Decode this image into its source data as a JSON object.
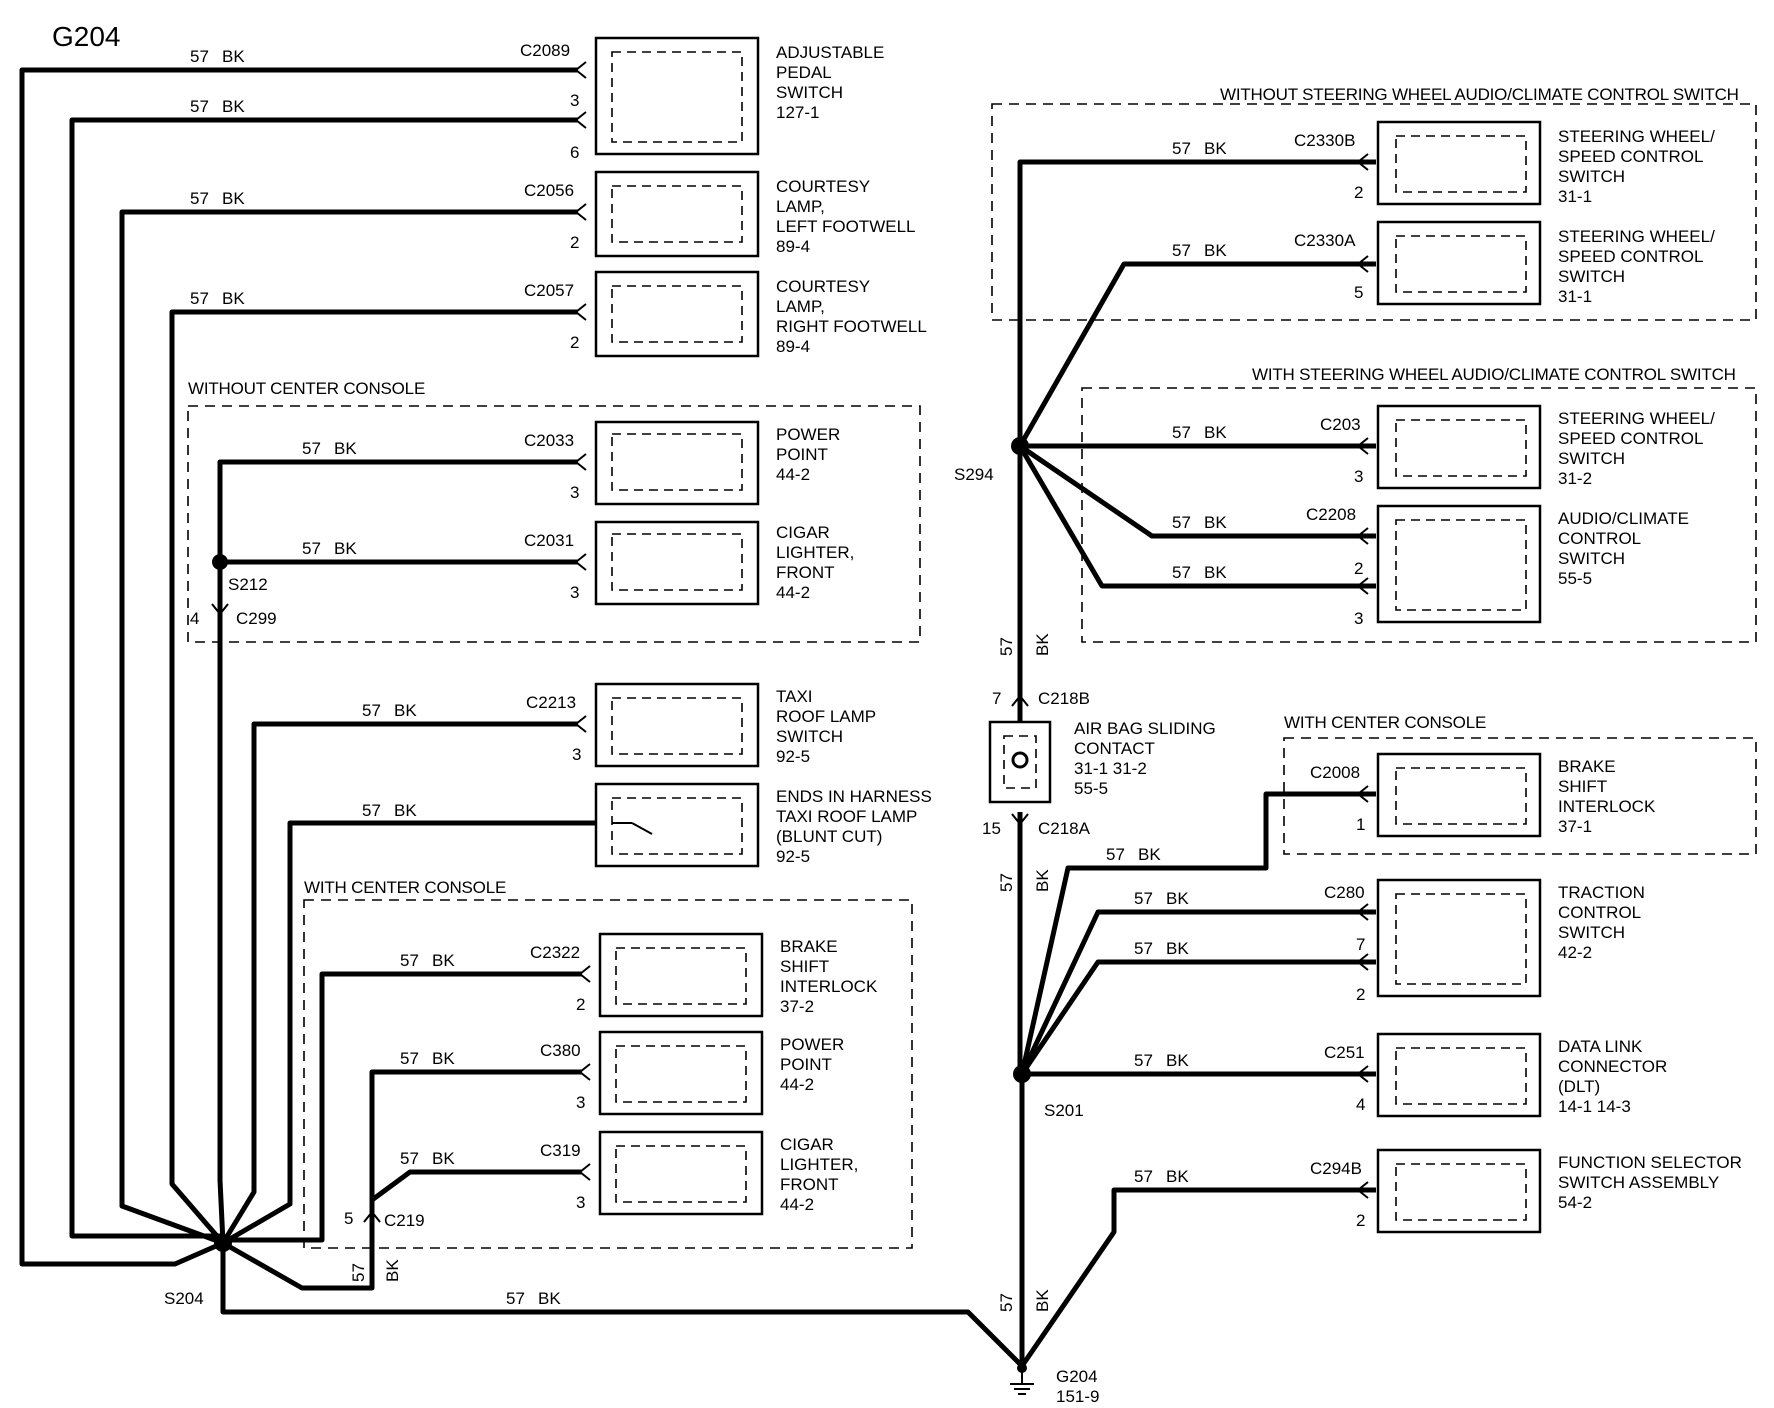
{
  "title": "G204",
  "wire_label": {
    "circuit": "57",
    "color": "BK"
  },
  "splices": {
    "s204": "S204",
    "s212": "S212",
    "s294": "S294",
    "s201": "S201"
  },
  "ground": {
    "name": "G204",
    "ref": "151-9"
  },
  "zones": {
    "without_center_console": "WITHOUT CENTER CONSOLE",
    "with_center_console_left": "WITH CENTER CONSOLE",
    "without_sw_audio": "WITHOUT STEERING WHEEL AUDIO/CLIMATE CONTROL SWITCH",
    "with_sw_audio": "WITH STEERING WHEEL AUDIO/CLIMATE CONTROL SWITCH",
    "with_center_console_right": "WITH CENTER CONSOLE"
  },
  "inline_connectors": {
    "c299": {
      "name": "C299",
      "pin": "4"
    },
    "c219": {
      "name": "C219",
      "pin": "5"
    },
    "c218b": {
      "name": "C218B",
      "pin": "7"
    },
    "c218a": {
      "name": "C218A",
      "pin": "15"
    }
  },
  "airbag": {
    "line1": "AIR BAG  SLIDING",
    "line2": "CONTACT",
    "line3": "31-1      31-2",
    "line4": "55-5"
  },
  "components": [
    {
      "conn": "C2089",
      "pins": [
        "3",
        "6"
      ],
      "lines": [
        "ADJUSTABLE",
        "PEDAL",
        "SWITCH",
        "127-1"
      ]
    },
    {
      "conn": "C2056",
      "pins": [
        "2"
      ],
      "lines": [
        "COURTESY",
        "LAMP,",
        "LEFT FOOTWELL",
        "89-4"
      ]
    },
    {
      "conn": "C2057",
      "pins": [
        "2"
      ],
      "lines": [
        "COURTESY",
        "LAMP,",
        "RIGHT FOOTWELL",
        "89-4"
      ]
    },
    {
      "conn": "C2033",
      "pins": [
        "3"
      ],
      "lines": [
        "POWER",
        "POINT",
        "44-2"
      ]
    },
    {
      "conn": "C2031",
      "pins": [
        "3"
      ],
      "lines": [
        "CIGAR",
        "LIGHTER,",
        "FRONT",
        "44-2"
      ]
    },
    {
      "conn": "C2213",
      "pins": [
        "3"
      ],
      "lines": [
        "TAXI",
        "ROOF LAMP",
        "SWITCH",
        "92-5"
      ]
    },
    {
      "conn": "",
      "pins": [],
      "lines": [
        "ENDS IN HARNESS",
        "TAXI ROOF LAMP",
        "(BLUNT CUT)",
        "92-5"
      ]
    },
    {
      "conn": "C2322",
      "pins": [
        "2"
      ],
      "lines": [
        "BRAKE",
        "SHIFT",
        "INTERLOCK",
        "37-2"
      ]
    },
    {
      "conn": "C380",
      "pins": [
        "3"
      ],
      "lines": [
        "POWER",
        "POINT",
        "44-2"
      ]
    },
    {
      "conn": "C319",
      "pins": [
        "3"
      ],
      "lines": [
        "CIGAR",
        "LIGHTER,",
        "FRONT",
        "44-2"
      ]
    },
    {
      "conn": "C2330B",
      "pins": [
        "2"
      ],
      "lines": [
        "STEERING WHEEL/",
        "SPEED CONTROL",
        "SWITCH",
        "31-1"
      ]
    },
    {
      "conn": "C2330A",
      "pins": [
        "5"
      ],
      "lines": [
        "STEERING WHEEL/",
        "SPEED CONTROL",
        "SWITCH",
        "31-1"
      ]
    },
    {
      "conn": "C203",
      "pins": [
        "3"
      ],
      "lines": [
        "STEERING WHEEL/",
        "SPEED CONTROL",
        "SWITCH",
        "31-2"
      ]
    },
    {
      "conn": "C2208",
      "pins": [
        "2",
        "3"
      ],
      "lines": [
        "AUDIO/CLIMATE",
        "CONTROL",
        "SWITCH",
        "55-5"
      ]
    },
    {
      "conn": "C2008",
      "pins": [
        "1"
      ],
      "lines": [
        "BRAKE",
        "SHIFT",
        "INTERLOCK",
        "37-1"
      ]
    },
    {
      "conn": "C280",
      "pins": [
        "7",
        "2"
      ],
      "lines": [
        "TRACTION",
        "CONTROL",
        "SWITCH",
        "42-2"
      ]
    },
    {
      "conn": "C251",
      "pins": [
        "4"
      ],
      "lines": [
        "DATA LINK",
        "CONNECTOR",
        "(DLT)",
        "14-1      14-3"
      ]
    },
    {
      "conn": "C294B",
      "pins": [
        "2"
      ],
      "lines": [
        "FUNCTION SELECTOR",
        "SWITCH ASSEMBLY",
        "54-2"
      ]
    }
  ]
}
